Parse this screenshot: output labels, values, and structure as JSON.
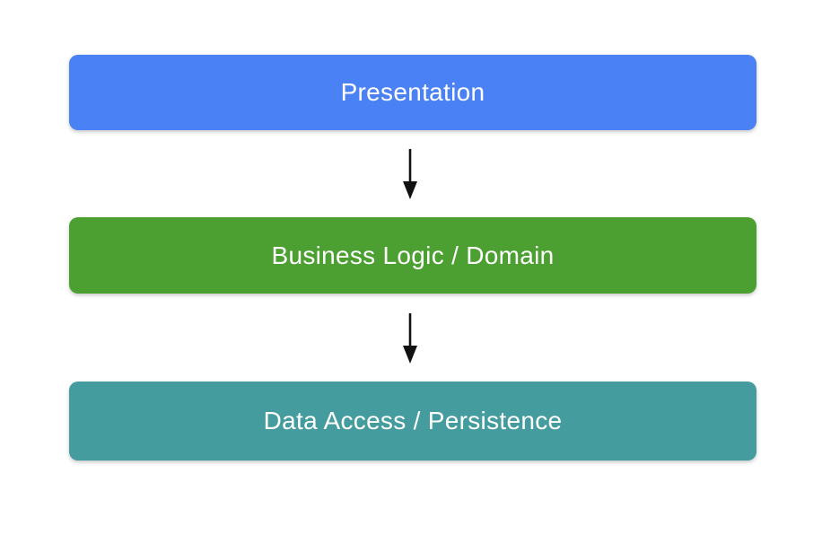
{
  "diagram": {
    "title": "layered-architecture",
    "background_color": "#ffffff",
    "text_color": "#ffffff",
    "arrow_color": "#111111",
    "layers": [
      {
        "label": "Presentation",
        "color": "#4a81f4"
      },
      {
        "label": "Business Logic / Domain",
        "color": "#4ca032"
      },
      {
        "label": "Data Access / Persistence",
        "color": "#449c9e"
      }
    ],
    "arrows": [
      {
        "from": "Presentation",
        "to": "Business Logic / Domain",
        "direction": "down"
      },
      {
        "from": "Business Logic / Domain",
        "to": "Data Access / Persistence",
        "direction": "down"
      }
    ]
  }
}
